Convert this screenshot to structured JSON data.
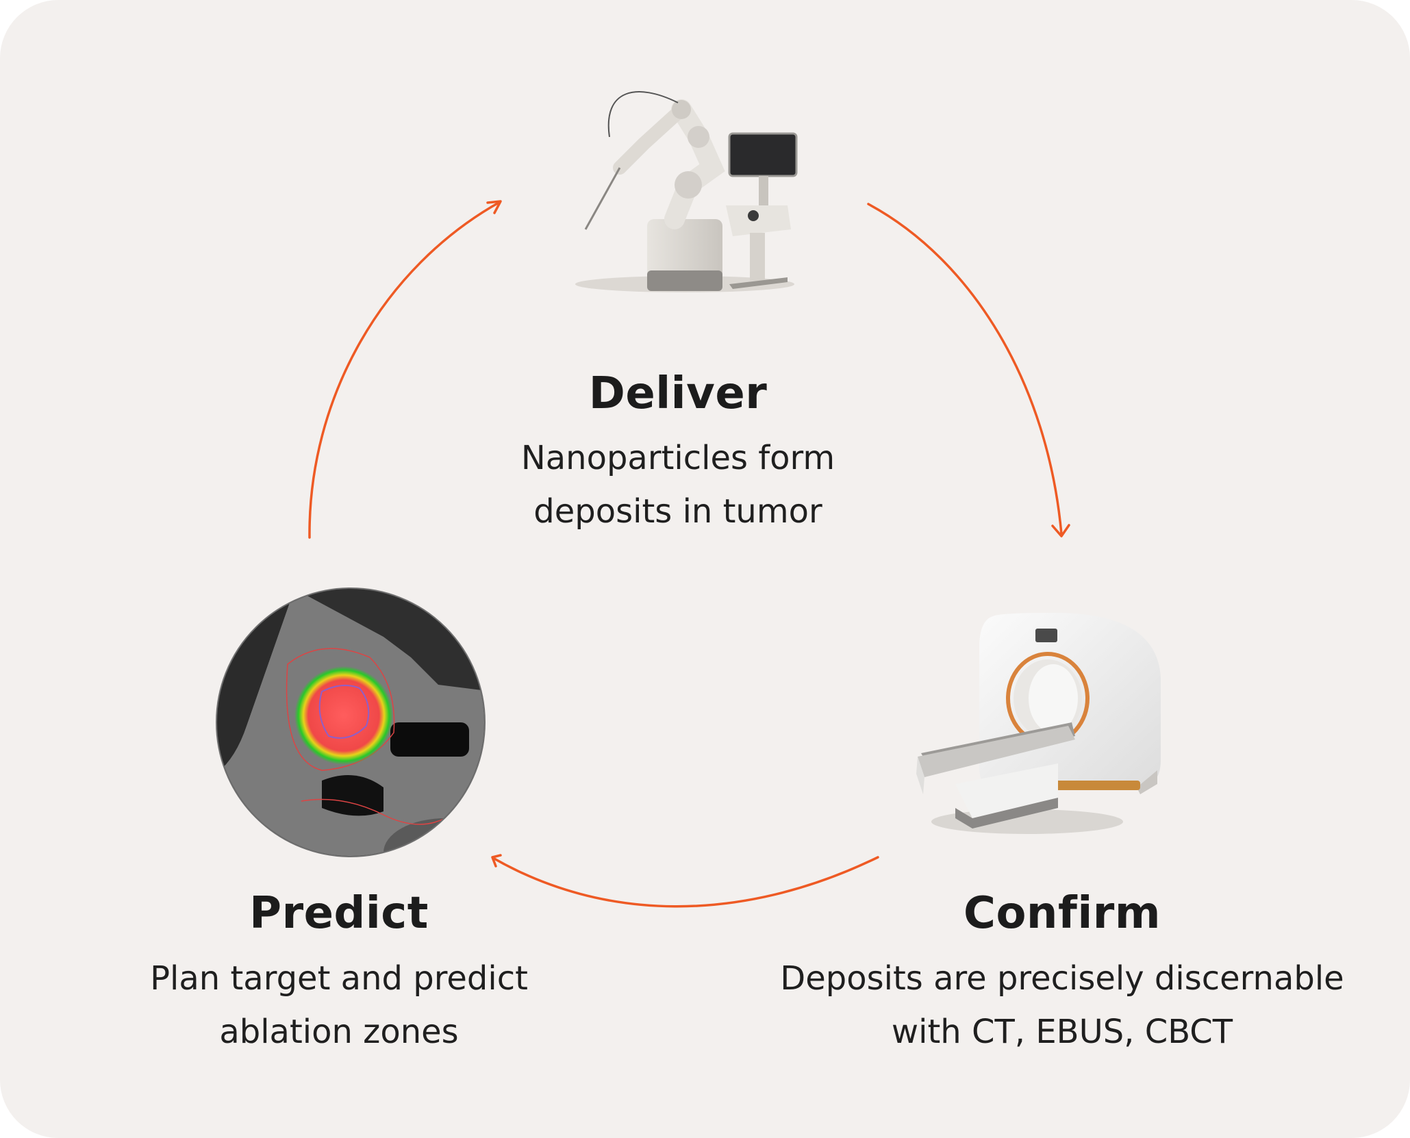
{
  "accent_color": "#ee5a24",
  "steps": {
    "deliver": {
      "title": "Deliver",
      "lines": [
        "Nanoparticles form",
        "deposits in tumor"
      ],
      "icon": "surgical-robot-icon"
    },
    "confirm": {
      "title": "Confirm",
      "lines": [
        "Deposits are precisely discernable",
        "with CT, EBUS, CBCT"
      ],
      "icon": "ct-scanner-icon"
    },
    "predict": {
      "title": "Predict",
      "lines": [
        "Plan target and predict",
        "ablation zones"
      ],
      "icon": "ablation-map-icon"
    }
  }
}
